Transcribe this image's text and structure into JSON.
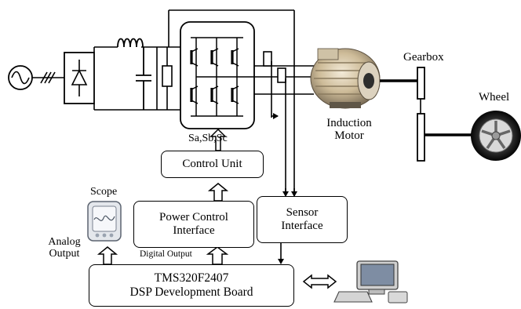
{
  "labels": {
    "gearbox": "Gearbox",
    "wheel": "Wheel",
    "induction_motor_line1": "Induction",
    "induction_motor_line2": "Motor",
    "switch_signals": "Sa,Sb,Sc",
    "scope": "Scope",
    "analog_output_line1": "Analog",
    "analog_output_line2": "Output",
    "digital_output": "Digital Output"
  },
  "blocks": {
    "control_unit": "Control Unit",
    "power_control_interface_line1": "Power Control",
    "power_control_interface_line2": "Interface",
    "sensor_interface_line1": "Sensor",
    "sensor_interface_line2": "Interface",
    "dsp_board_line1": "TMS320F2407",
    "dsp_board_line2": "DSP Development Board"
  },
  "icons": {
    "ac_source": "ac-source-icon",
    "rectifier": "diode-rectifier-icon",
    "inductor": "inductor-icon",
    "capacitor": "capacitor-icon",
    "inverter": "igbt-inverter-icon",
    "motor": "induction-motor-icon",
    "wheel": "wheel-icon",
    "scope": "oscilloscope-icon",
    "computer": "computer-icon"
  }
}
